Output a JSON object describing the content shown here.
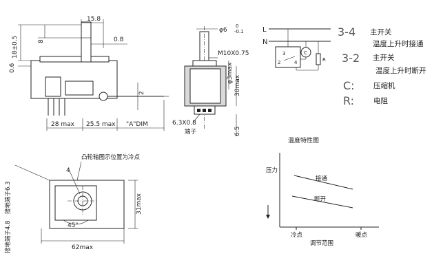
{
  "side_view": {
    "dim_top": "15.8",
    "dim_8_vert": "8",
    "dim_08_right": "0.8",
    "dim_18": "18±0.5",
    "dim_06_left": "0.6",
    "dim_2": "2",
    "dim_28": "28 max",
    "dim_255": "25.5 max",
    "dim_a": "\"A\"DIM"
  },
  "front_view": {
    "dim_phi6": "φ6",
    "tol_upper": "0",
    "tol_lower": "-0.1",
    "thread": "M10X0.75",
    "dim_phi3": "φ3max",
    "dim_30": "30max",
    "terminal_size": "6.3X0.8",
    "terminal_label": "端子",
    "dim_65": "6.5"
  },
  "circuit": {
    "line_l": "L",
    "line_n": "N",
    "pin_3": "3",
    "pin_2": "2",
    "pin_4": "4",
    "comp_c": "C",
    "comp_r": "R"
  },
  "legend": [
    {
      "code": "3-4",
      "desc1": "主开关",
      "desc2": "温度上升时接通"
    },
    {
      "code": "3-2",
      "desc1": "主开关",
      "desc2": "温度上升时断开"
    },
    {
      "code": "C:",
      "desc1": "压缩机",
      "desc2": ""
    },
    {
      "code": "R:",
      "desc1": "电阻",
      "desc2": ""
    }
  ],
  "bottom_view": {
    "cam_note": "凸轮轴图示位置为冷点",
    "ground_terminal_63": "接地端子6.3",
    "ground_terminal_48": "接地端子4.8",
    "dim_4": "4",
    "dim_31": "31max",
    "angle_45": "45°",
    "dim_62": "62max"
  },
  "chart": {
    "title": "温度特性图",
    "ylabel": "压力",
    "xlabel": "调节范围",
    "x_left": "冷点",
    "x_right": "暖点",
    "upper_line": "接通",
    "lower_line": "断开"
  }
}
